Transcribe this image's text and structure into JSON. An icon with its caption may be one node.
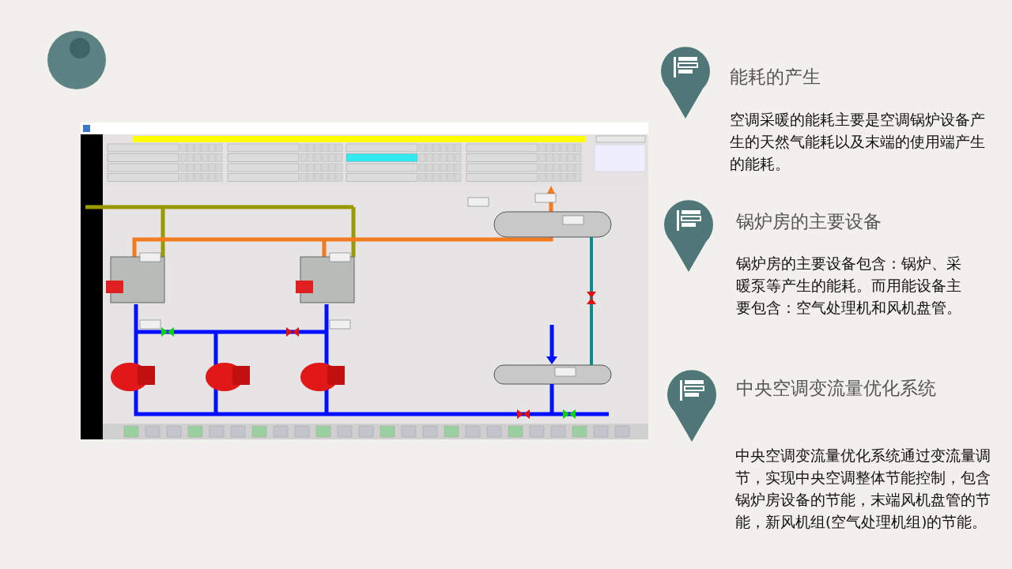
{
  "diagram": {
    "labels": [
      "能耗的产生",
      "空调采暖的能耗主要是空调锅炉设备产生的天然气能耗以及末端的使用端产生的能耗。",
      "锅炉房的主要设备",
      "锅炉房的主要设备包含：锅炉、采暖泵等产生的能耗。而用能设备主要包含：空气处理机和风机盘管。",
      "中央空调变流量优化系统",
      "中央空调变流量优化系统通过变流量调节，实现中央空调整体节能控制，包含锅炉房设备的节能，末端风机盘管的节能，新风机组(空气处理机组)的节能。"
    ]
  }
}
